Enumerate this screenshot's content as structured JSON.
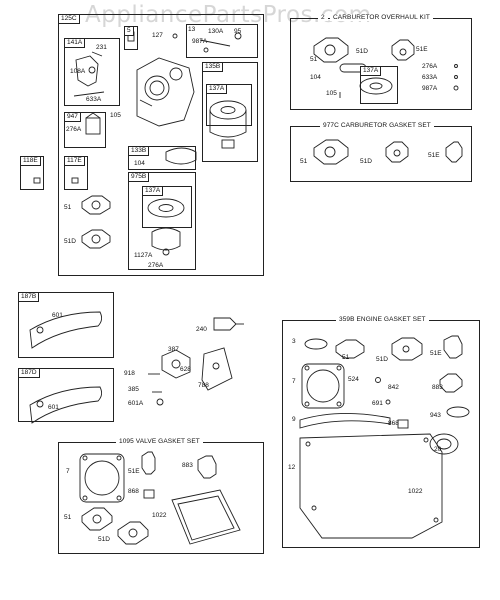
{
  "watermark": "AppliancePartsPros.com",
  "groups": {
    "g125C": "125C",
    "g141A": "141A",
    "g947": "947",
    "g135B": "135B",
    "g137A_1": "137A",
    "g133B": "133B",
    "g975B": "975B",
    "g137A_2": "137A",
    "g118E": "118E",
    "g117E": "117E",
    "g5": "5",
    "g137A_3": "137A",
    "g187B": "187B",
    "g187D": "187D"
  },
  "kits": {
    "overhaul": "CARBURETOR OVERHAUL KIT",
    "overhaul_id": "2",
    "carb_gasket": "977C CARBURETOR GASKET SET",
    "engine_gasket": "359B ENGINE GASKET SET",
    "valve_gasket": "1095 VALVE GASKET SET"
  },
  "labels": {
    "p231": "231",
    "p108A": "108A",
    "p633A": "633A",
    "p127": "127",
    "p130A": "130A",
    "p95": "95",
    "p13": "13",
    "p987A": "987A",
    "p105a": "105",
    "p276Aa": "276A",
    "p104a": "104",
    "p51a": "51",
    "p51Da": "51D",
    "p1127A": "1127A",
    "p276Ab": "276A",
    "p51b": "51",
    "p51Db": "51D",
    "p51Eb": "51E",
    "p104b": "104",
    "p105b": "105",
    "p276Ab2": "276A",
    "p633Ab": "633A",
    "p987Ab": "987A",
    "p51c": "51",
    "p51Dc": "51D",
    "p51Ec": "51E",
    "p601a": "601",
    "p601b": "601",
    "p240": "240",
    "p387": "387",
    "p918": "918",
    "p628": "628",
    "p385": "385",
    "p788": "788",
    "p601A": "601A",
    "p3": "3",
    "p51d": "51",
    "p51Dd": "51D",
    "p51Ed": "51E",
    "p7a": "7",
    "p524": "524",
    "p842": "842",
    "p883a": "883",
    "p691": "691",
    "p9": "9",
    "p868a": "868",
    "p943": "943",
    "p20": "20",
    "p12": "12",
    "p1022a": "1022",
    "p7b": "7",
    "p51Ee": "51E",
    "p883b": "883",
    "p868b": "868",
    "p51e": "51",
    "p1022b": "1022",
    "p51De": "51D"
  }
}
